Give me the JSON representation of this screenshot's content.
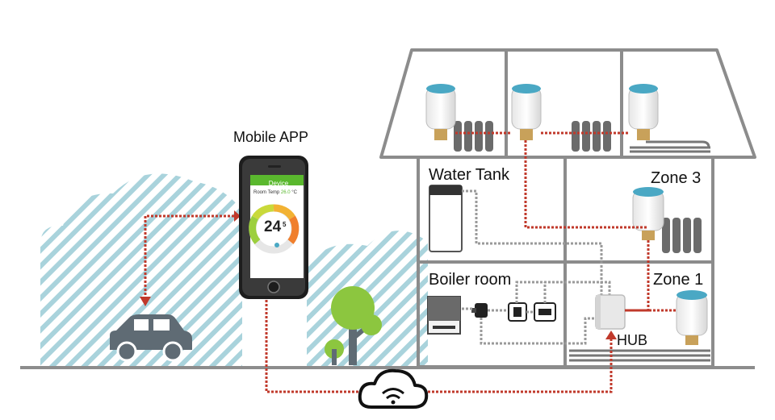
{
  "labels": {
    "mobile_app": "Mobile APP",
    "water_tank": "Water Tank",
    "boiler_room": "Boiler room",
    "zone3": "Zone 3",
    "zone1": "Zone 1",
    "hub": "HUB"
  },
  "phone": {
    "title": "Device",
    "room_temp_label": "Room Temp",
    "room_temp_value": "26.0",
    "room_temp_unit": "°C",
    "setpoint": "24",
    "setpoint_decimal": "5"
  },
  "colors": {
    "signal_red": "#c0392b",
    "pipe_gray": "#9a9a9a",
    "house_outline": "#8c8c8c",
    "app_green": "#5ab82e",
    "hatch_blue": "#a9d3dc",
    "tree_green": "#8cc63f",
    "car_gray": "#5f6b74"
  },
  "icons": [
    "wifi-cloud-icon",
    "car-icon",
    "tree-icon",
    "smartphone-icon",
    "thermostat-valve-icon",
    "radiator-icon",
    "hub-device-icon",
    "boiler-icon",
    "pump-icon"
  ]
}
